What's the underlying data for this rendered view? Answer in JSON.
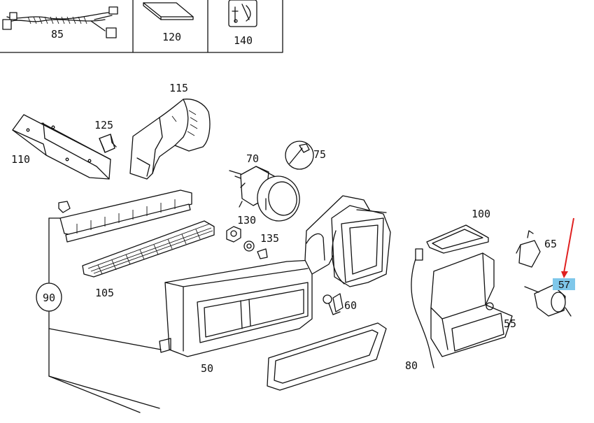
{
  "header_parts": [
    {
      "number": "85",
      "icon": "wiring-harness-icon"
    },
    {
      "number": "120",
      "icon": "filter-pad-icon"
    },
    {
      "number": "140",
      "icon": "warning-label-icon"
    }
  ],
  "parts": {
    "p115": "115",
    "p125": "125",
    "p110": "110",
    "p70": "70",
    "p75": "75",
    "p130": "130",
    "p135": "135",
    "p105": "105",
    "p90": "90",
    "p50": "50",
    "p60": "60",
    "p100": "100",
    "p65": "65",
    "p57": "57",
    "p55": "55",
    "p80": "80"
  },
  "highlight": {
    "part": "57",
    "color": "#7fc7ea",
    "arrow_color": "#e02020"
  }
}
